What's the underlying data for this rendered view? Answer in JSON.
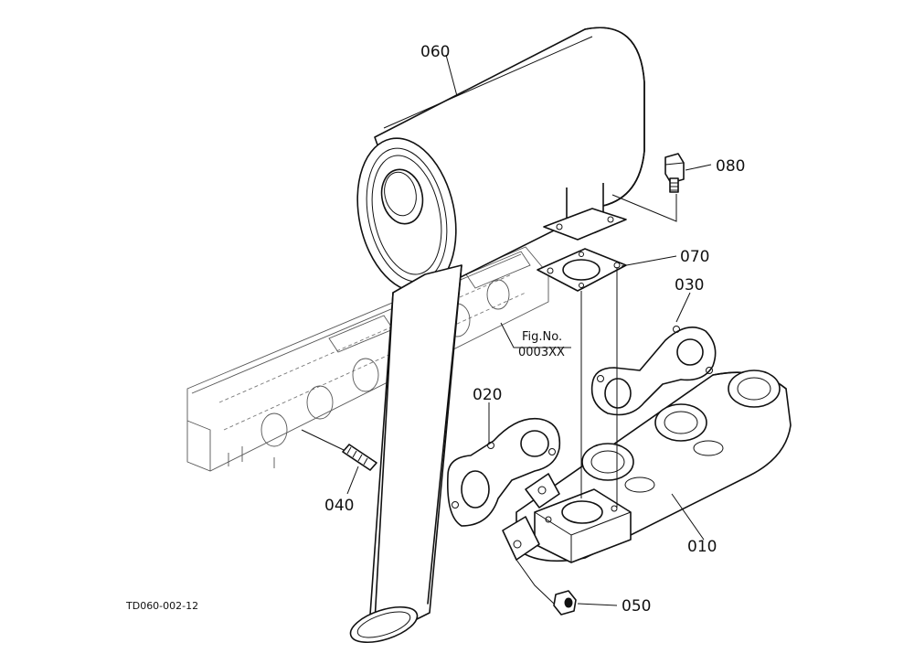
{
  "diagram": {
    "part_labels": {
      "p010": "010",
      "p020": "020",
      "p030": "030",
      "p040": "040",
      "p050": "050",
      "p060": "060",
      "p070": "070",
      "p080": "080"
    },
    "fig_reference": {
      "line1": "Fig.No.",
      "line2": "0003XX"
    },
    "drawing_code": "TD060-002-12"
  }
}
